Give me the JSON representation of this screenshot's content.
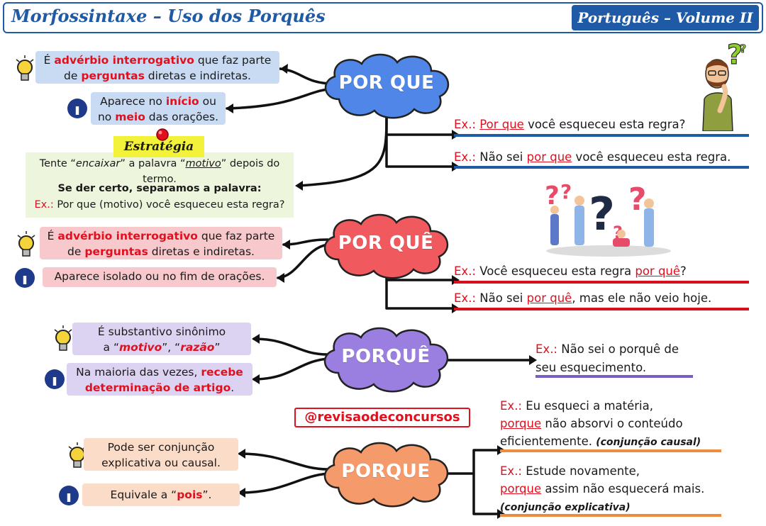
{
  "header": {
    "title": "Morfossintaxe – Uso dos Porquês",
    "volume": "Português – Volume II"
  },
  "sections": {
    "por_que": {
      "label": "POR QUE",
      "color": "#4f86e8",
      "desc1": {
        "a": "É ",
        "b": "advérbio interrogativo",
        "c": " que faz parte",
        "d": "de ",
        "e": "perguntas",
        "f": " diretas e indiretas."
      },
      "desc2": {
        "a": "Aparece no ",
        "b": "início",
        "c": " ou",
        "d": "no ",
        "e": "meio",
        "f": " das orações."
      },
      "ex1": {
        "lbl": "Ex.:",
        "red": "Por que",
        "rest": " você esqueceu esta regra?"
      },
      "ex2": {
        "lbl": "Ex.:",
        "pre": " Não sei ",
        "red": "por que",
        "rest": " você esqueceu esta regra."
      }
    },
    "strategy": {
      "tag": "Estratégia",
      "line1a": "Tente “",
      "line1b": "encaixar",
      "line1c": "” a palavra “",
      "line1d": "motivo",
      "line1e": "” depois do termo.",
      "line2": "Se der certo, separamos a palavra:",
      "line3lbl": "Ex.:",
      "line3": " Por que (motivo) você esqueceu esta regra?"
    },
    "por_que_acento": {
      "label": "POR QUÊ",
      "color": "#f05a5f",
      "desc1": {
        "a": "É ",
        "b": "advérbio interrogativo",
        "c": " que faz parte",
        "d": "de ",
        "e": "perguntas",
        "f": " diretas e indiretas."
      },
      "desc2": "Aparece isolado ou no fim de orações.",
      "ex1": {
        "lbl": "Ex.:",
        "pre": " Você esqueceu esta regra ",
        "red": "por quê",
        "rest": "?"
      },
      "ex2": {
        "lbl": "Ex.:",
        "pre": " Não sei ",
        "red": "por quê",
        "rest": ", mas ele não veio hoje."
      }
    },
    "porque_acento": {
      "label": "PORQUÊ",
      "color": "#9b7fe0",
      "desc1": {
        "a": "É substantivo sinônimo",
        "b": "a “",
        "c": "motivo",
        "d": "”, “",
        "e": "razão",
        "f": "”"
      },
      "desc2": {
        "a": "Na maioria das vezes, ",
        "b": "recebe",
        "c": "determinação de artigo",
        "d": "."
      },
      "ex1": {
        "lbl": "Ex.:",
        "a": " Não sei o porquê de",
        "b": "seu esquecimento."
      }
    },
    "porque": {
      "label": "PORQUE",
      "color": "#f59a6a",
      "desc1": {
        "a": "Pode ser conjunção",
        "b": "explicativa ou causal."
      },
      "desc2": {
        "a": "Equivale a “",
        "b": "pois",
        "c": "”."
      },
      "ex1": {
        "lbl": "Ex.:",
        "a": " Eu esqueci a matéria,",
        "red": "porque",
        "b": " não absorvi o conteúdo",
        "c": "eficientemente. ",
        "tag": "(conjunção causal)"
      },
      "ex2": {
        "lbl": "Ex.:",
        "a": " Estude novamente,",
        "red": "porque",
        "b": " assim não esquecerá mais.",
        "tag": "(conjunção explicativa)"
      }
    }
  },
  "handle": "@revisaodeconcursos",
  "colors": {
    "blue_line": "#1f5aa6",
    "red_line": "#d8101e",
    "purple_line": "#7a5cc7",
    "orange_line": "#f08a3c"
  }
}
